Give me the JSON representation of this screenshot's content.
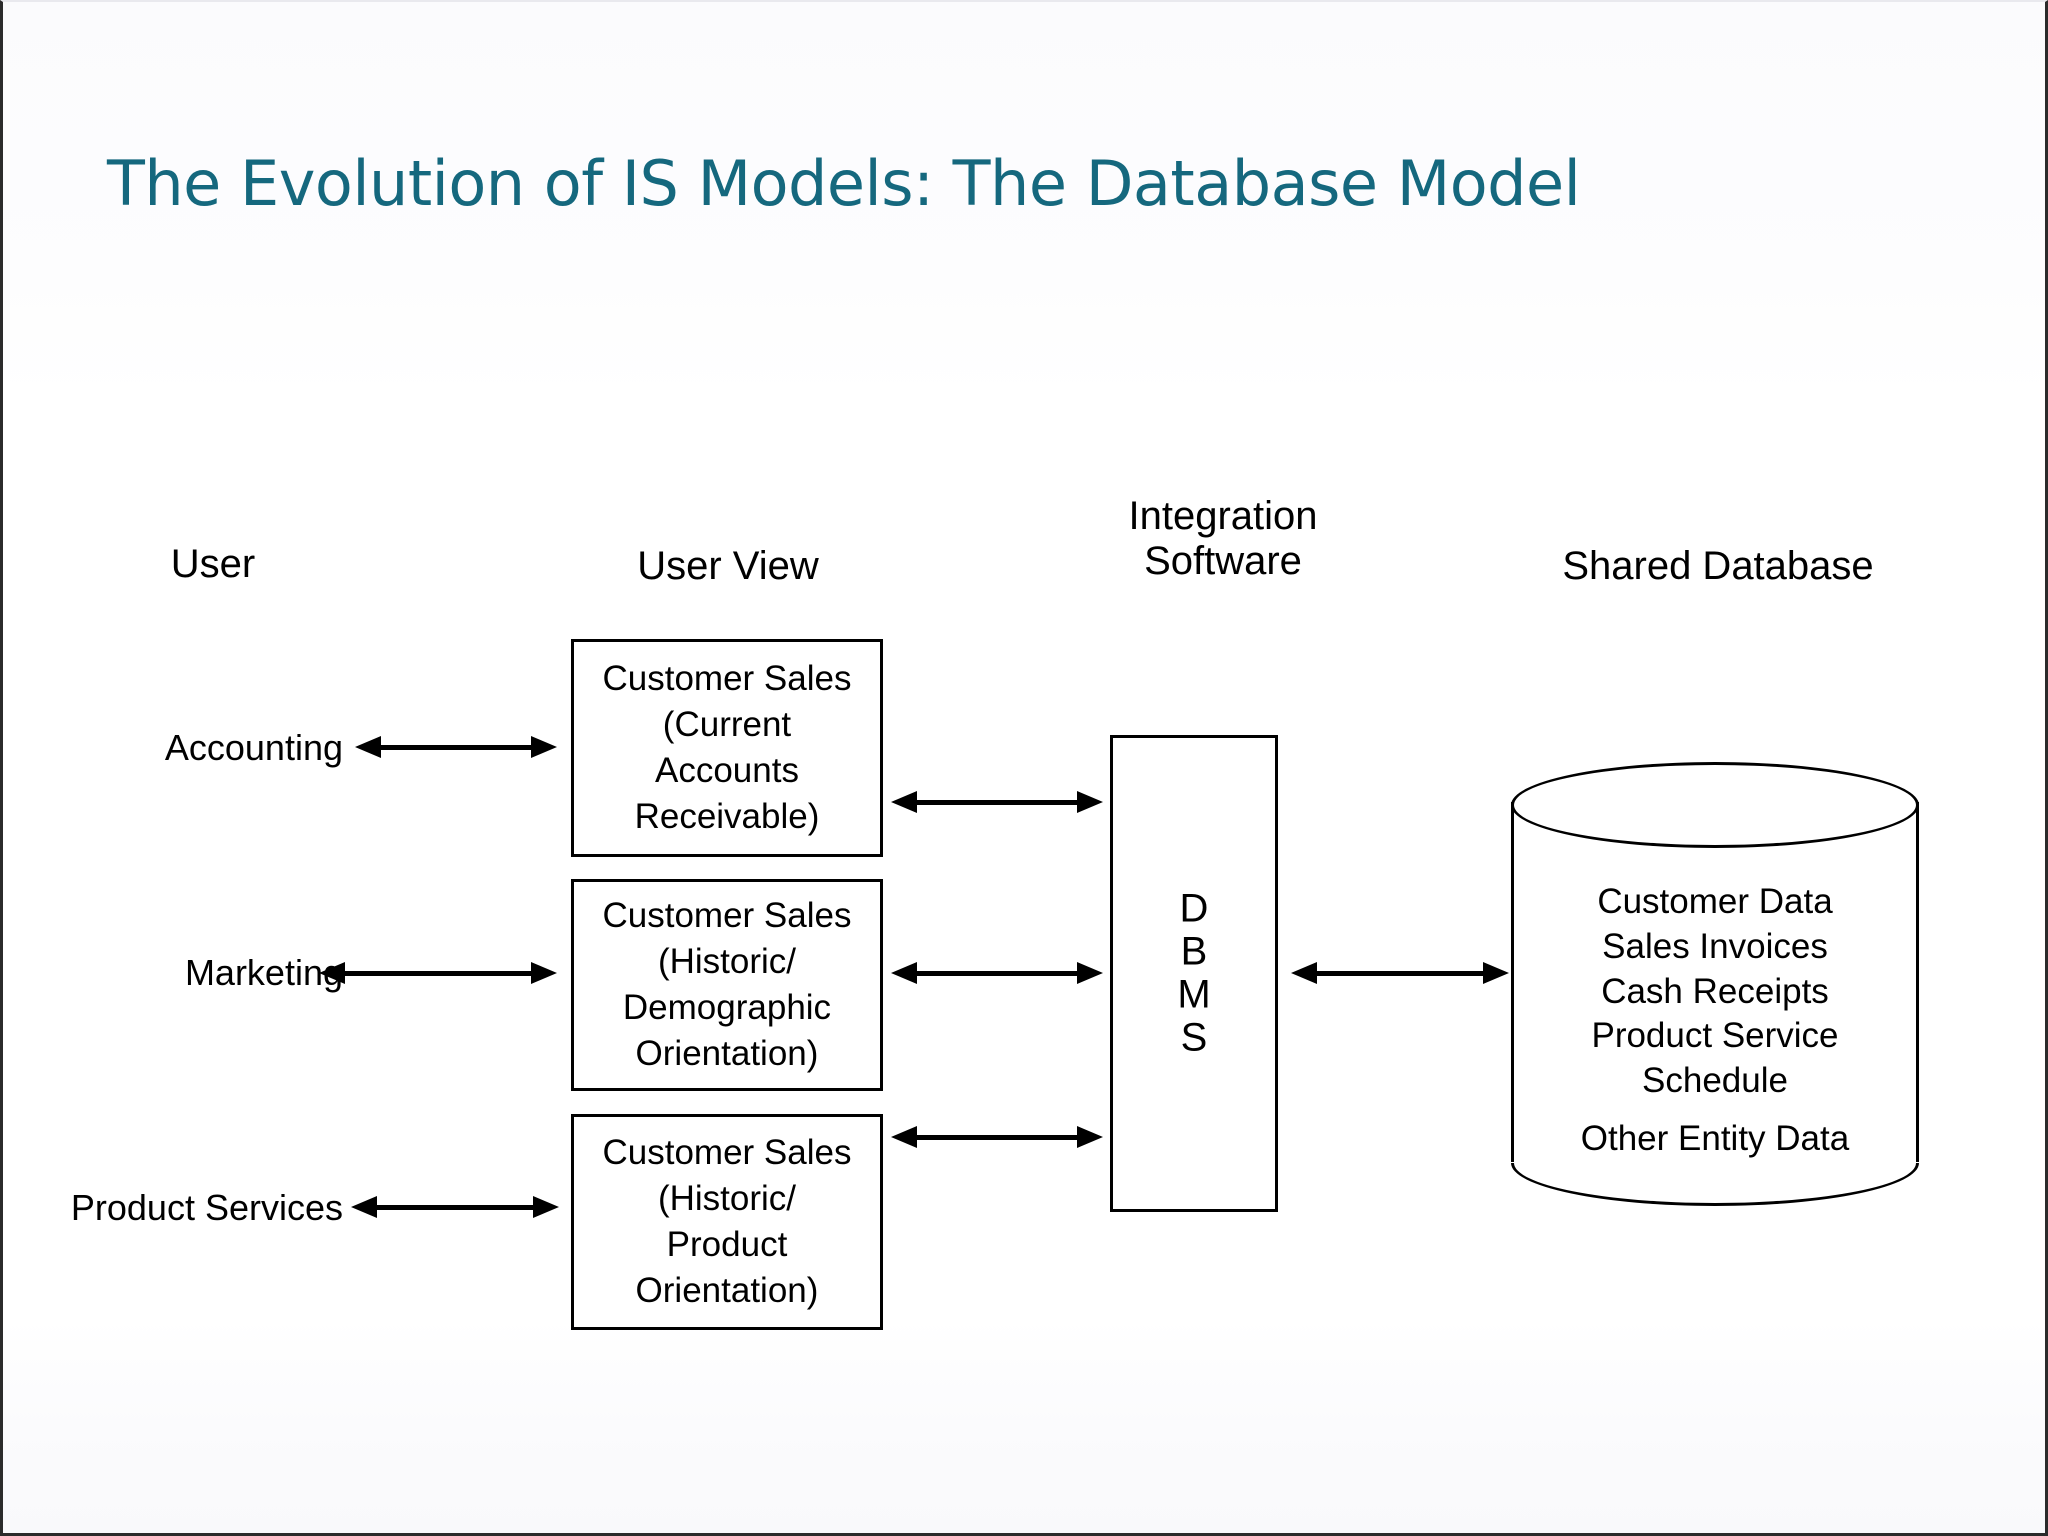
{
  "slide": {
    "title": "The Evolution of IS Models: The Database Model",
    "title_color": "#15687e",
    "background_color": "#ffffff",
    "border_color": "#2b2b2b"
  },
  "diagram": {
    "type": "flow-diagram",
    "columns": [
      {
        "id": "user",
        "header": "User"
      },
      {
        "id": "user-view",
        "header": "User View"
      },
      {
        "id": "integration",
        "header": "Integration\nSoftware"
      },
      {
        "id": "shared-db",
        "header": "Shared Database"
      }
    ],
    "users": [
      {
        "label": "Accounting"
      },
      {
        "label": "Marketing"
      },
      {
        "label": "Product Services"
      }
    ],
    "user_views": [
      {
        "label": "Customer Sales\n(Current\nAccounts\nReceivable)"
      },
      {
        "label": "Customer Sales\n(Historic/\nDemographic\nOrientation)"
      },
      {
        "label": "Customer Sales\n(Historic/\nProduct\nOrientation)"
      }
    ],
    "integration": {
      "label": "D\nB\nM\nS"
    },
    "shared_database": {
      "entities": "Customer Data\nSales Invoices\nCash Receipts\nProduct Service\nSchedule",
      "other": "Other Entity Data"
    },
    "connectors": [
      {
        "id": "user-to-view-1",
        "style": "double-headed-arrow"
      },
      {
        "id": "user-to-view-2",
        "style": "double-headed-arrow"
      },
      {
        "id": "user-to-view-3",
        "style": "double-headed-arrow"
      },
      {
        "id": "view-to-dbms-1",
        "style": "double-headed-arrow"
      },
      {
        "id": "view-to-dbms-2",
        "style": "double-headed-arrow"
      },
      {
        "id": "view-to-dbms-3",
        "style": "double-headed-arrow"
      },
      {
        "id": "dbms-to-database",
        "style": "double-headed-arrow"
      }
    ]
  }
}
